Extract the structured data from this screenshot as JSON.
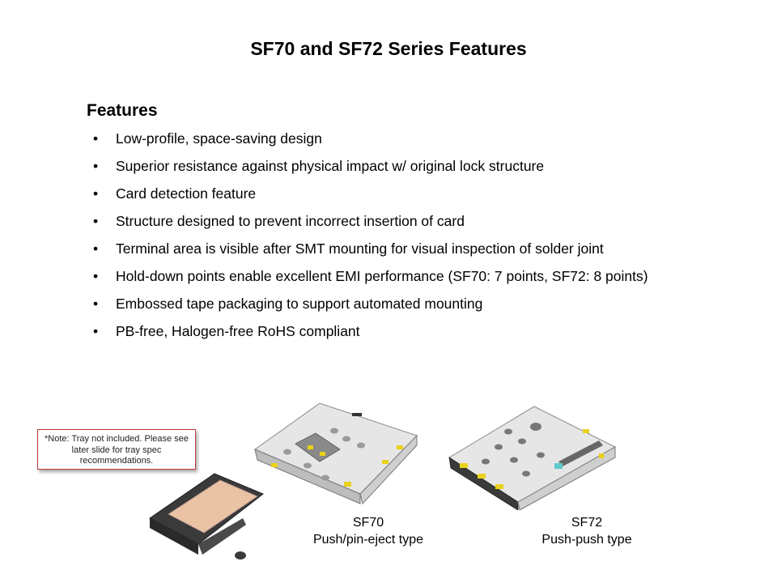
{
  "slide": {
    "title": "SF70 and SF72 Series Features"
  },
  "features": {
    "heading": "Features",
    "bullet_glyph": "•",
    "items": [
      "Low-profile, space-saving design",
      "Superior resistance against physical impact w/ original lock structure",
      "Card detection feature",
      "Structure designed to prevent incorrect insertion of card",
      "Terminal area is visible after SMT mounting for visual inspection of solder joint",
      "Hold-down points enable excellent EMI performance (SF70: 7 points, SF72: 8 points)",
      "Embossed tape packaging to support automated mounting",
      "PB-free, Halogen-free RoHS compliant"
    ]
  },
  "note": {
    "text": "*Note: Tray not included. Please see later slide for tray spec recommendations.",
    "border_color": "#c0393b"
  },
  "products": [
    {
      "name": "SF70",
      "type": "Push/pin-eject type",
      "image": "sf70-connector-with-card-tray"
    },
    {
      "name": "SF72",
      "type": "Push-push type",
      "image": "sf72-connector"
    }
  ],
  "colors": {
    "metal": "#d9d9d9",
    "metal_dark": "#a8a8a8",
    "gold": "#e8d21a",
    "tray_frame": "#3a3a3a",
    "card_copper": "#e9c3a4",
    "accent_teal": "#5fc9c9"
  }
}
